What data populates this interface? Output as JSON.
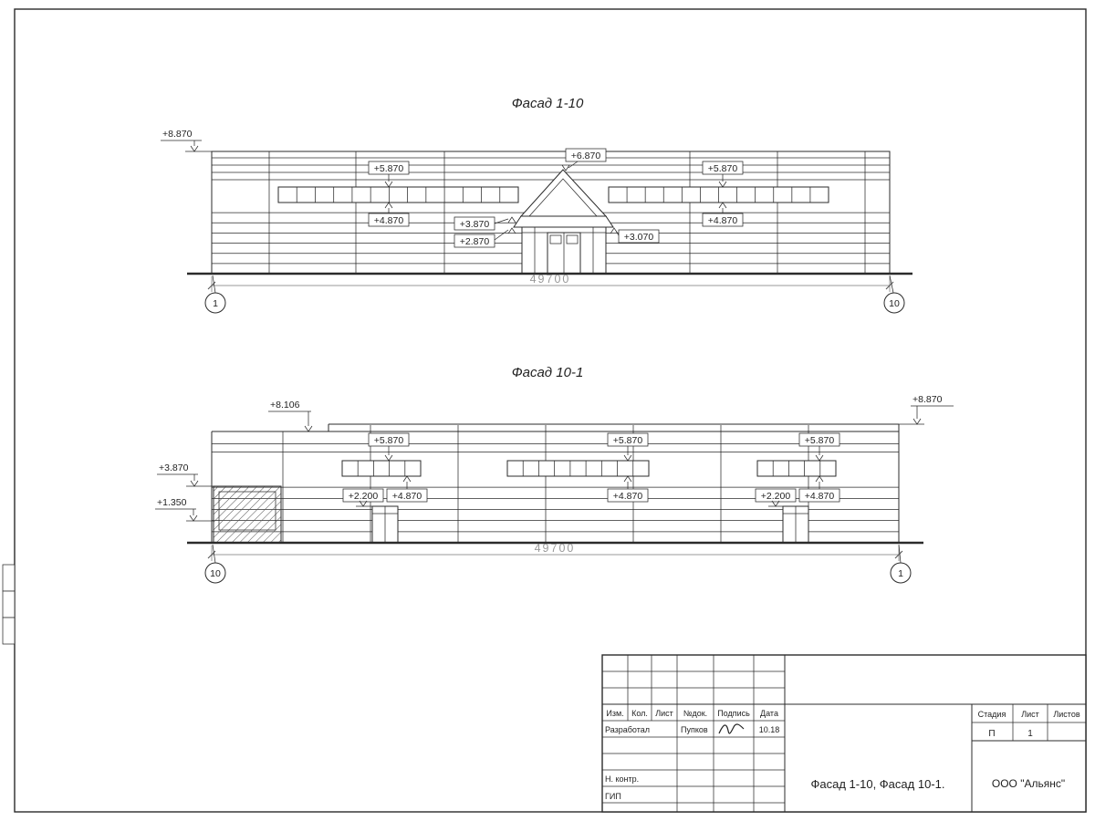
{
  "drawing": {
    "facade_top": {
      "title": "Фасад 1-10",
      "dim_length": "49700",
      "axis_left": "1",
      "axis_right": "10",
      "mark_roof": "+8.870",
      "mark_win_top_left": "+5.870",
      "mark_peak": "+6.870",
      "mark_win_top_right": "+5.870",
      "mark_win_bot_left": "+4.870",
      "mark_canopy_top": "+3.870",
      "mark_canopy_bot": "+2.870",
      "mark_canopy_right": "+3.070",
      "mark_win_bot_right": "+4.870"
    },
    "facade_bottom": {
      "title": "Фасад 10-1",
      "dim_length": "49700",
      "axis_left": "10",
      "axis_right": "1",
      "mark_parapet_left": "+8.106",
      "mark_parapet_right": "+8.870",
      "mark_win_top_1": "+5.870",
      "mark_win_top_2": "+5.870",
      "mark_win_top_3": "+5.870",
      "mark_win_bot_1": "+4.870",
      "mark_win_bot_2": "+4.870",
      "mark_win_bot_3": "+4.870",
      "mark_door_left": "+2.200",
      "mark_door_right": "+2.200",
      "mark_louver_top": "+3.870",
      "mark_louver_bot": "+1.350"
    }
  },
  "title_block": {
    "headers": {
      "izm": "Изм.",
      "kol": "Кол.",
      "list": "Лист",
      "ndoc": "№док.",
      "podpis": "Подпись",
      "data": "Дата"
    },
    "rows": {
      "developer_label": "Разработал",
      "developer_name": "Пупков",
      "developer_date": "10.18",
      "ncontr": "Н. контр.",
      "gip": "ГИП"
    },
    "doc_title": "Фасад 1-10, Фасад 10-1.",
    "company": "ООО \"Альянс\"",
    "stage": {
      "label": "Стадия",
      "value": "П"
    },
    "sheet": {
      "label": "Лист",
      "value": "1"
    },
    "sheets": {
      "label": "Листов",
      "value": ""
    }
  }
}
